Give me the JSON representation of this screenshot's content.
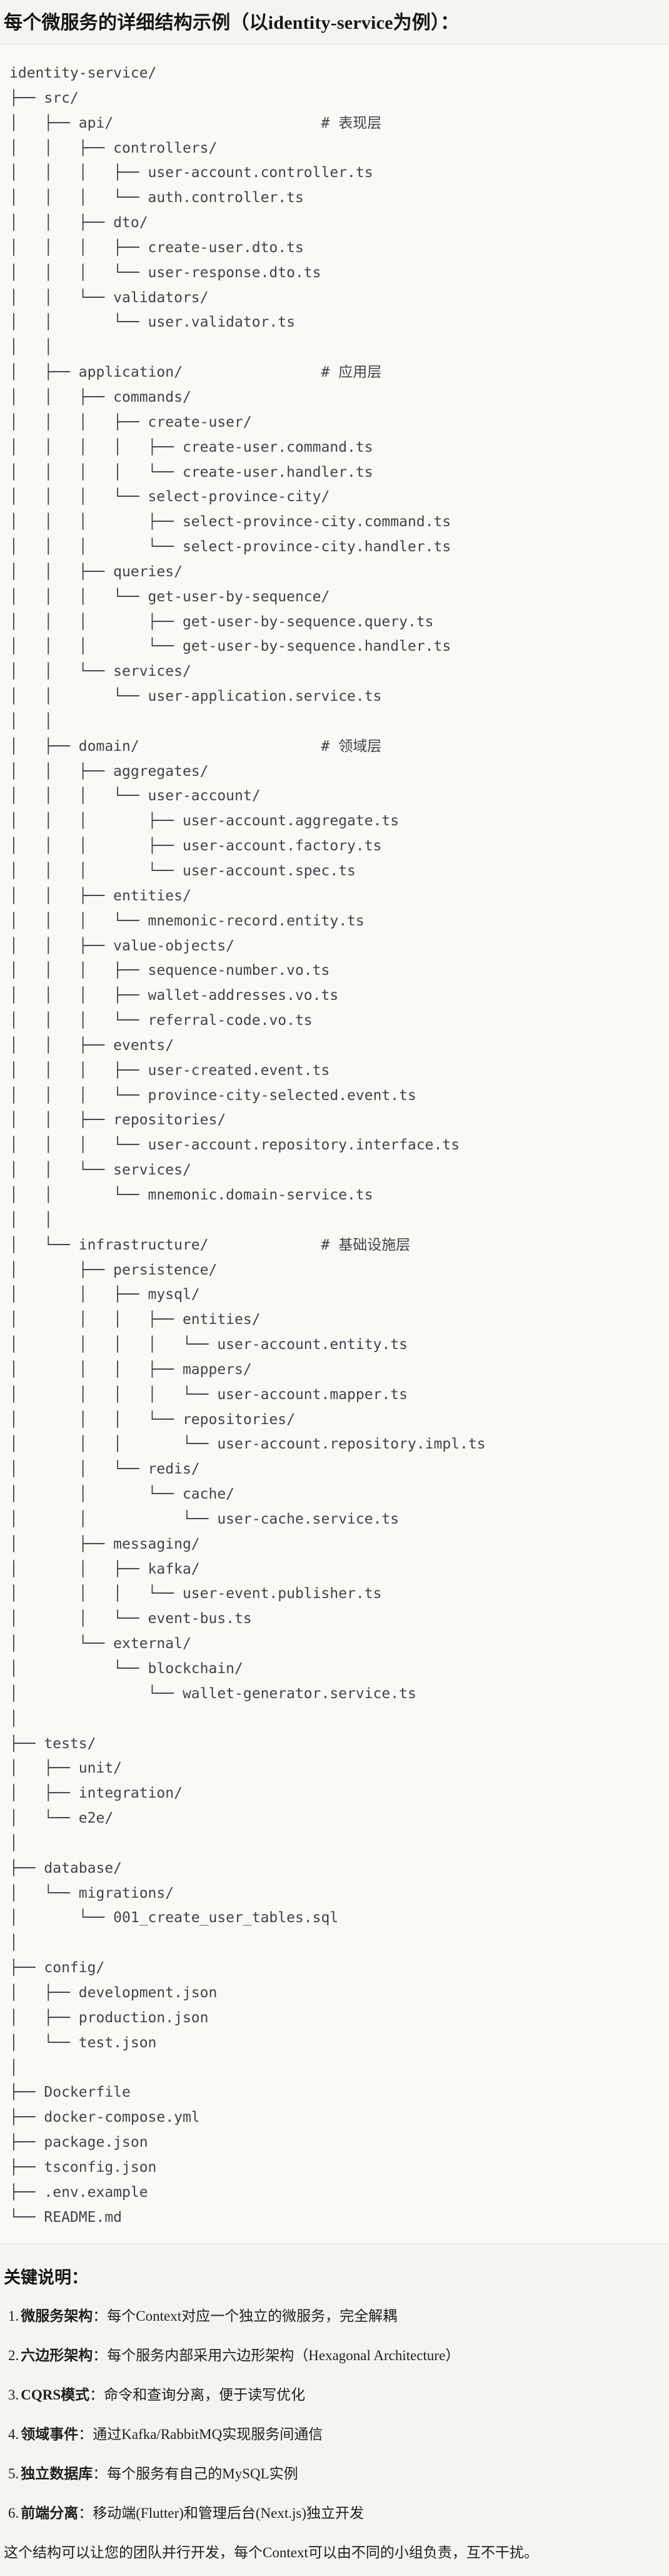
{
  "page": {
    "title": "每个微服务的详细结构示例（以identity-service为例）：",
    "colors": {
      "page_bg": "#F5F4EF",
      "code_block_bg": "#FAF9F5",
      "divider": "#E5E3DC",
      "code_text": "#3F434A",
      "body_text": "#1D1C1A"
    }
  },
  "code_block": {
    "tree_lines": [
      "identity-service/",
      "├── src/",
      "│   ├── api/                        # 表现层",
      "│   │   ├── controllers/",
      "│   │   │   ├── user-account.controller.ts",
      "│   │   │   └── auth.controller.ts",
      "│   │   ├── dto/",
      "│   │   │   ├── create-user.dto.ts",
      "│   │   │   └── user-response.dto.ts",
      "│   │   └── validators/",
      "│   │       └── user.validator.ts",
      "│   │",
      "│   ├── application/                # 应用层",
      "│   │   ├── commands/",
      "│   │   │   ├── create-user/",
      "│   │   │   │   ├── create-user.command.ts",
      "│   │   │   │   └── create-user.handler.ts",
      "│   │   │   └── select-province-city/",
      "│   │   │       ├── select-province-city.command.ts",
      "│   │   │       └── select-province-city.handler.ts",
      "│   │   ├── queries/",
      "│   │   │   └── get-user-by-sequence/",
      "│   │   │       ├── get-user-by-sequence.query.ts",
      "│   │   │       └── get-user-by-sequence.handler.ts",
      "│   │   └── services/",
      "│   │       └── user-application.service.ts",
      "│   │",
      "│   ├── domain/                     # 领域层",
      "│   │   ├── aggregates/",
      "│   │   │   └── user-account/",
      "│   │   │       ├── user-account.aggregate.ts",
      "│   │   │       ├── user-account.factory.ts",
      "│   │   │       └── user-account.spec.ts",
      "│   │   ├── entities/",
      "│   │   │   └── mnemonic-record.entity.ts",
      "│   │   ├── value-objects/",
      "│   │   │   ├── sequence-number.vo.ts",
      "│   │   │   ├── wallet-addresses.vo.ts",
      "│   │   │   └── referral-code.vo.ts",
      "│   │   ├── events/",
      "│   │   │   ├── user-created.event.ts",
      "│   │   │   └── province-city-selected.event.ts",
      "│   │   ├── repositories/",
      "│   │   │   └── user-account.repository.interface.ts",
      "│   │   └── services/",
      "│   │       └── mnemonic.domain-service.ts",
      "│   │",
      "│   └── infrastructure/             # 基础设施层",
      "│       ├── persistence/",
      "│       │   ├── mysql/",
      "│       │   │   ├── entities/",
      "│       │   │   │   └── user-account.entity.ts",
      "│       │   │   ├── mappers/",
      "│       │   │   │   └── user-account.mapper.ts",
      "│       │   │   └── repositories/",
      "│       │   │       └── user-account.repository.impl.ts",
      "│       │   └── redis/",
      "│       │       └── cache/",
      "│       │           └── user-cache.service.ts",
      "│       ├── messaging/",
      "│       │   ├── kafka/",
      "│       │   │   └── user-event.publisher.ts",
      "│       │   └── event-bus.ts",
      "│       └── external/",
      "│           └── blockchain/",
      "│               └── wallet-generator.service.ts",
      "│",
      "├── tests/",
      "│   ├── unit/",
      "│   ├── integration/",
      "│   └── e2e/",
      "│",
      "├── database/",
      "│   └── migrations/",
      "│       └── 001_create_user_tables.sql",
      "│",
      "├── config/",
      "│   ├── development.json",
      "│   ├── production.json",
      "│   └── test.json",
      "│",
      "├── Dockerfile",
      "├── docker-compose.yml",
      "├── package.json",
      "├── tsconfig.json",
      "├── .env.example",
      "└── README.md"
    ]
  },
  "notes": {
    "heading": "关键说明：",
    "colon": "：",
    "items": [
      {
        "num": "1.",
        "term": "微服务架构",
        "desc": "每个Context对应一个独立的微服务，完全解耦"
      },
      {
        "num": "2.",
        "term": "六边形架构",
        "desc": "每个服务内部采用六边形架构（Hexagonal Architecture）"
      },
      {
        "num": "3.",
        "term": "CQRS模式",
        "desc": "命令和查询分离，便于读写优化"
      },
      {
        "num": "4.",
        "term": "领域事件",
        "desc": "通过Kafka/RabbitMQ实现服务间通信"
      },
      {
        "num": "5.",
        "term": "独立数据库",
        "desc": "每个服务有自己的MySQL实例"
      },
      {
        "num": "6.",
        "term": "前端分离",
        "desc": "移动端(Flutter)和管理后台(Next.js)独立开发"
      }
    ],
    "closing": "这个结构可以让您的团队并行开发，每个Context可以由不同的小组负责，互不干扰。"
  }
}
